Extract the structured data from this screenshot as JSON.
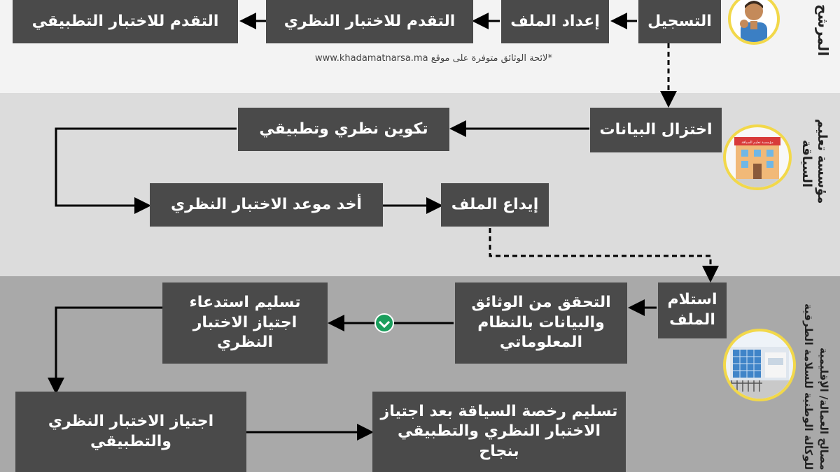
{
  "row1": {
    "registration": "التسجيل",
    "file_prep": "إعداد الملف",
    "theory_exam": "التقدم للاختبار النظري",
    "practical_exam": "التقدم للاختبار التطبيقي",
    "note": "*لائحة الوثائق متوفرة على موقع www.khadamatnarsa.ma",
    "side_label": "المرشح"
  },
  "row2": {
    "data_reduction": "اختزال البيانات",
    "training": "تكوين نظري وتطبيقي",
    "appointment": "أخد موعد الاختبار النظري",
    "file_deposit": "إيداع الملف",
    "side_label_1": "مؤسسة تعليم",
    "side_label_2": "السياقة",
    "sign_text": "مؤسسة تعليم السياقة"
  },
  "row3": {
    "file_receipt": "استلام الملف",
    "verification": "التحقق من الوثائق والبيانات بالنظام المعلوماتي",
    "summons": "تسليم استدعاء اجتياز الاختبار النظري",
    "pass_exams": "اجتياز الاختبار النظري والتطبيقي",
    "license": "تسليم رخصة السياقة بعد اجتياز الاختبار النظري والتطبيقي بنجاح",
    "side_label_1": "مصالح العمالة/ الإقليمية",
    "side_label_2": "للوكالة الوطنية للسلامة الطرقية"
  },
  "colors": {
    "box": "#4a4a4a",
    "check": "#1a9e5c",
    "badge_border": "#f2d84a"
  },
  "icons": [
    "candidate-avatar",
    "driving-school-building",
    "agency-building",
    "check-icon"
  ]
}
